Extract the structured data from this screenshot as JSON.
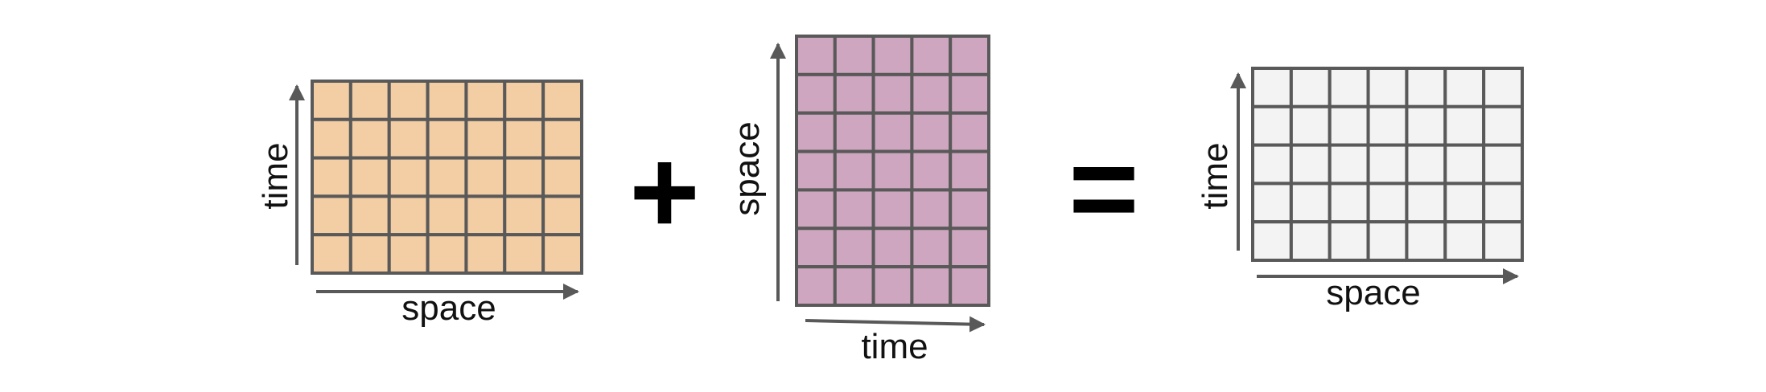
{
  "colors": {
    "grid_stroke": "#595959",
    "arrow": "#595959",
    "text": "#111111",
    "operator": "#000000"
  },
  "operators": {
    "plus": "+",
    "equals": "="
  },
  "grids": [
    {
      "id": "grid-a",
      "rows": 5,
      "cols": 7,
      "fill": "#f3cda3",
      "x_axis_label": "space",
      "y_axis_label": "time"
    },
    {
      "id": "grid-b",
      "rows": 7,
      "cols": 5,
      "fill": "#cfa6bf",
      "x_axis_label": "time",
      "y_axis_label": "space"
    },
    {
      "id": "grid-c",
      "rows": 5,
      "cols": 7,
      "fill": "#f3f3f3",
      "x_axis_label": "space",
      "y_axis_label": "time"
    }
  ]
}
